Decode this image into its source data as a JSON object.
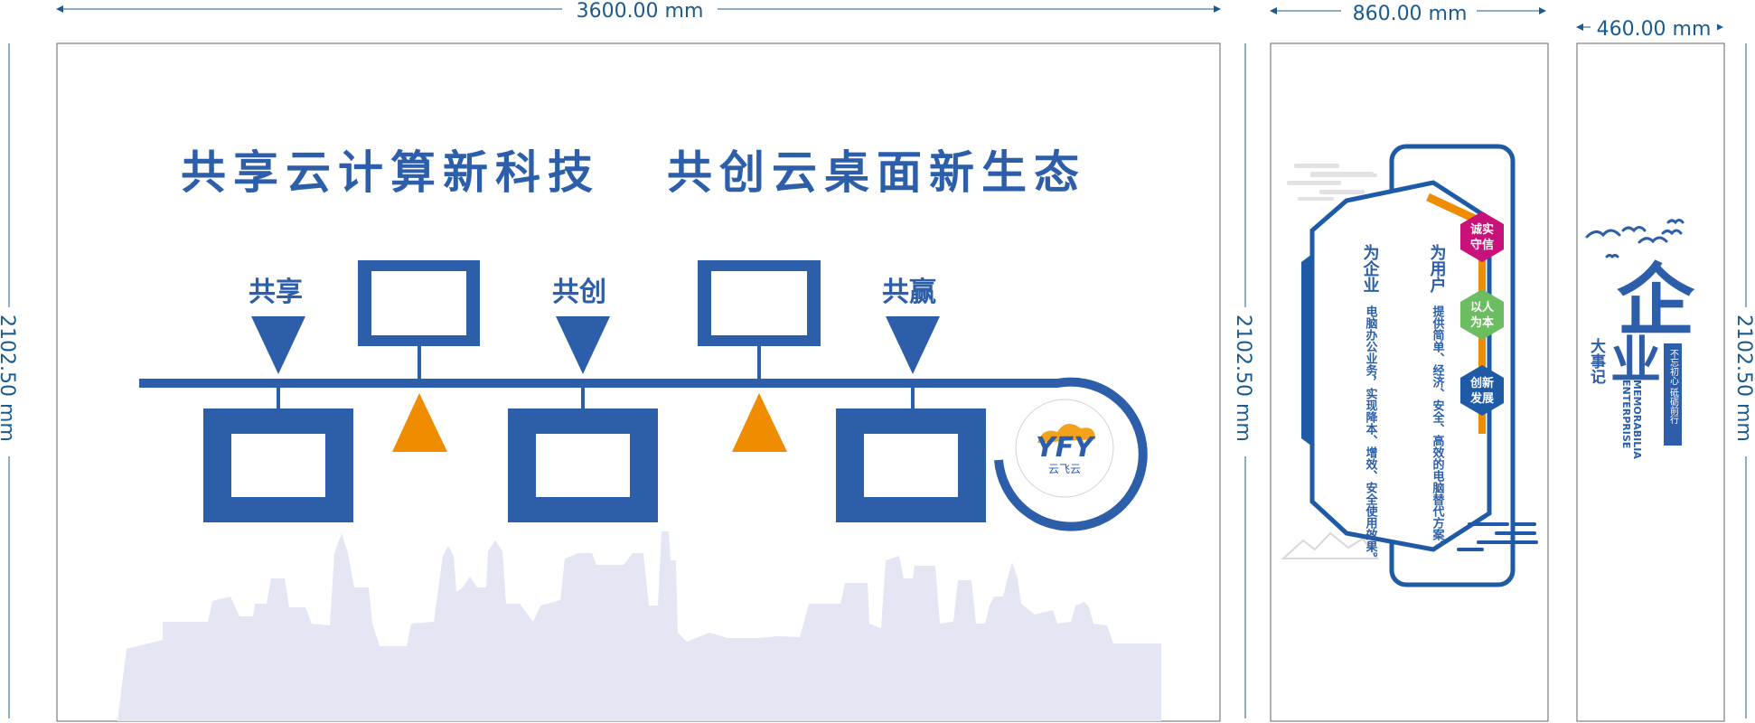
{
  "dimensions": {
    "panel1_width": "3600.00 mm",
    "panel2_width": "860.00 mm",
    "panel3_width": "460.00 mm",
    "height_left": "2102.50 mm",
    "height_mid": "2102.50 mm",
    "height_right": "2102.50 mm"
  },
  "panel1": {
    "slogan_left": "共享云计算新科技",
    "slogan_right": "共创云桌面新生态",
    "timeline_labels": [
      "共享",
      "共创",
      "共赢"
    ],
    "logo_mark": "YFY",
    "logo_name": "云飞云"
  },
  "panel2": {
    "badges": [
      {
        "line1": "诚实",
        "line2": "守信",
        "color": "#c8127a"
      },
      {
        "line1": "以人",
        "line2": "为本",
        "color": "#6cbd62"
      },
      {
        "line1": "创新",
        "line2": "发展",
        "color": "#1e5aa6"
      }
    ],
    "col1_head": "为用户",
    "col1_body": "提供简单、经济、安全、高效的电脑替代方案。",
    "col2_head": "为企业",
    "col2_body": "电脑办公业务，实现降本、增效、安全使用效果。"
  },
  "panel3": {
    "big_char_1": "企",
    "big_char_2": "业",
    "subtitle": "大事记",
    "english_1": "ENTERPRISE",
    "english_2": "MEMORABILIA",
    "motto": "不忘初心 砥砺前行"
  },
  "colors": {
    "brand_blue": "#2d5ea9",
    "accent_orange": "#f08c00",
    "skyline": "#e4e6f3",
    "dim_line": "#1c5b8f"
  }
}
